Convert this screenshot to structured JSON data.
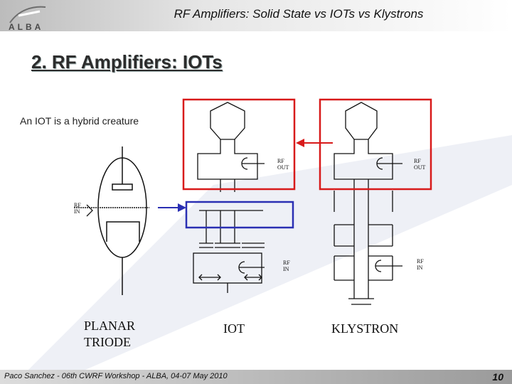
{
  "header": {
    "title": "RF Amplifiers: Solid State vs IOTs vs Klystrons",
    "logo_text": "ALBA"
  },
  "slide": {
    "title": "2. RF Amplifiers: IOTs",
    "subtitle": "An IOT is a hybrid creature"
  },
  "diagram": {
    "rf_out": "RF OUT",
    "rf_in": "RF IN",
    "label_triode_line1": "PLANAR",
    "label_triode_line2": "TRIODE",
    "label_iot": "IOT",
    "label_klystron": "KLYSTRON",
    "highlight_color": "#d81a1a",
    "highlight_color_2": "#2a2fb3"
  },
  "footer": {
    "text": "Paco Sanchez  -  06th CWRF Workshop  - ALBA, 04-07 May 2010",
    "page": "10"
  }
}
